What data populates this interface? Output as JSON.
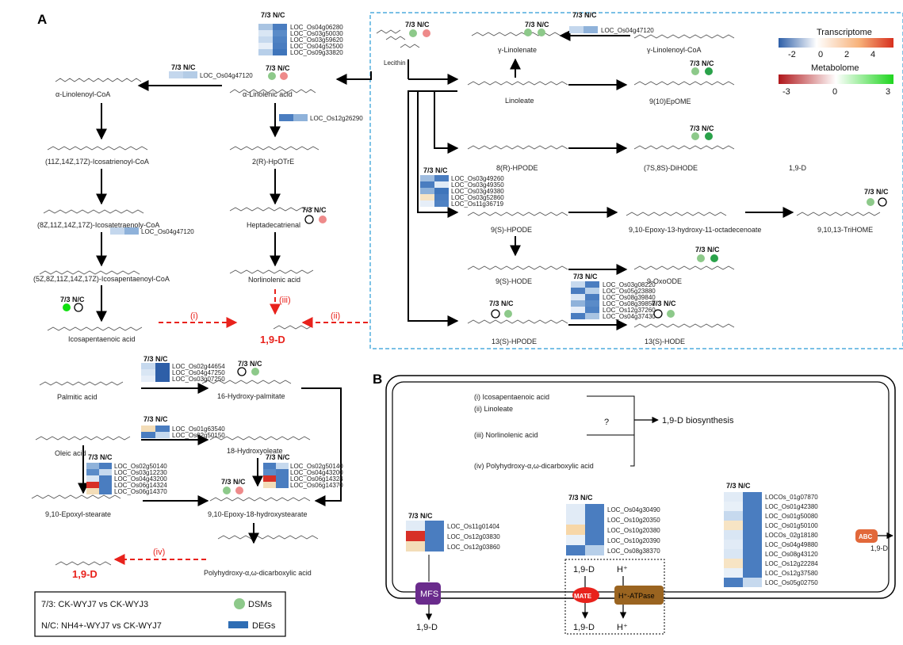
{
  "panels": {
    "a": "A",
    "b": "B"
  },
  "metabolites": {
    "lecithin": "Lecithin",
    "alpha_linolenoyl_coa": "α-Linolenoyl-CoA",
    "alpha_linolenic": "α-Linolenic acid",
    "icosatrienoyl": "(11Z,14Z,17Z)-Icosatrienoyl-CoA",
    "hpotre": "2(R)-HpOTrE",
    "icosatetraenoyl": "(8Z,11Z,14Z,17Z)-Icosatetraenoly-CoA",
    "heptadecatrienal": "Heptadecatrienal",
    "icosapentaenoyl": "(5Z,8Z,11Z,14Z,17Z)-Icosapentaenoyl-CoA",
    "norlinolenic": "Norlinolenic acid",
    "icosapentaenoic": "Icosapentaenoic acid",
    "target": "1,9-D",
    "palmitic": "Palmitic acid",
    "hydroxy_palmitate": "16-Hydroxy-palmitate",
    "oleic": "Oleic acid",
    "hydroxyoleate": "18-Hydroxyoleate",
    "epoxyl_stearate": "9,10-Epoxyl-stearate",
    "epoxy_hydroxystearate": "9,10-Epoxy-18-hydroxystearate",
    "polyhydroxy": "Polyhydroxy-α,ω-dicarboxylic acid",
    "gamma_linolenate": "γ-Linolenate",
    "gamma_linolenoyl": "γ-Linolenoyl-CoA",
    "linoleate": "Linoleate",
    "epome": "9(10)EpOME",
    "hpode8": "8(R)-HPODE",
    "dihode": "(7S,8S)-DiHODE",
    "target_gray": "1,9-D",
    "hpode9": "9(S)-HPODE",
    "epoxy_octadecenoate": "9,10-Epoxy-13-hydroxy-11-octadecenoate",
    "trihome": "9,10,13-TriHOME",
    "hode9": "9(S)-HODE",
    "oxoode": "9-OxoODE",
    "hpode13": "13(S)-HPODE",
    "hode13": "13(S)-HODE"
  },
  "route_labels": {
    "i": "(i)",
    "ii": "(ii)",
    "iii": "(iii)",
    "iv": "(iv)"
  },
  "heatmap_header": "7/3 N/C",
  "genes": {
    "g1": [
      "LOC_Os04g06280",
      "LOC_Os03g50030",
      "LOC_Os03g59620",
      "LOC_Os04g52500",
      "LOC_Os09g33820"
    ],
    "g2": [
      "LOC_Os04g47120"
    ],
    "g3": [
      "LOC_Os12g26290"
    ],
    "g4": [
      "LOC_Os04g47120"
    ],
    "g5": [
      "LOC_Os04g47120"
    ],
    "g6": [
      "LOC_Os03g49260",
      "LOC_Os03g49350",
      "LOC_Os03g49380",
      "LOC_Os03g52860",
      "LOC_Os11g36719"
    ],
    "g7": [
      "LOC_Os03g08220",
      "LOC_Os05g23880",
      "LOC_Os08g39840",
      "LOC_Os08g39850",
      "LOC_Os12g37260",
      "LOC_Os04g37430"
    ],
    "g8": [
      "LOC_Os02g44654",
      "LOC_Os04g47250",
      "LOC_Os03g07250"
    ],
    "g9": [
      "LOC_Os01g63540",
      "LOC_Os02g50150"
    ],
    "g10": [
      "LOC_Os02g50140",
      "LOC_Os03g12230",
      "LOC_Os04g43200",
      "LOC_Os06g14324",
      "LOC_Os06g14370"
    ],
    "g11": [
      "LOC_Os02g50140",
      "LOC_Os04g43200",
      "LOC_Os06g14324",
      "LOC_Os06g14370"
    ],
    "mfs": [
      "LOC_Os11g01404",
      "LOC_Os12g03830",
      "LOC_Os12g03860"
    ],
    "mate": [
      "LOC_Os04g30490",
      "LOC_Os10g20350",
      "LOC_Os10g20380",
      "LOC_Os10g20390",
      "LOC_Os08g38370"
    ],
    "abc": [
      "LOCOs_01g07870",
      "LOC_Os01g42380",
      "LOC_Os01g50080",
      "LOC_Os01g50100",
      "LOCOs_02g18180",
      "LOC_Os04g49880",
      "LOC_Os08g43120",
      "LOC_Os12g22284",
      "LOC_Os12g37580",
      "LOC_Os05g02750"
    ]
  },
  "legend": {
    "transcriptome_title": "Transcriptome",
    "transcriptome_ticks": [
      "-2",
      "0",
      "2",
      "4"
    ],
    "metabolome_title": "Metabolome",
    "metabolome_ticks": [
      "-3",
      "0",
      "3"
    ],
    "key_73": "7/3: CK-WYJ7 vs CK-WYJ3",
    "key_nc": "N/C: NH4+-WYJ7 vs CK-WYJ7",
    "dsms": "DSMs",
    "degs": "DEGs"
  },
  "panel_b": {
    "routes": [
      "(i) Icosapentaenoic acid",
      "(ii) Linoleate",
      "(iii) Norlinolenic acid",
      "(iv) Polyhydroxy-α,ω-dicarboxylic acid"
    ],
    "question": "?",
    "biosynthesis": "1,9-D biosynthesis",
    "mfs": "MFS",
    "mate": "MATE",
    "atpase": "H⁺-ATPase",
    "abc": "ABC",
    "product": "1,9-D",
    "proton": "H⁺"
  },
  "colors": {
    "deg_blue": "#2e6db4",
    "dsm_green": "#8dc98a",
    "dsm_dark_green": "#2aa24a",
    "dsm_pink": "#ee8a8a",
    "red_arrow": "#e8221c",
    "frame_dashed": "#2a9bd6",
    "mfs": "#6a2b8c",
    "mate": "#e8221c",
    "atpase": "#9a6420",
    "abc": "#e2683a"
  }
}
